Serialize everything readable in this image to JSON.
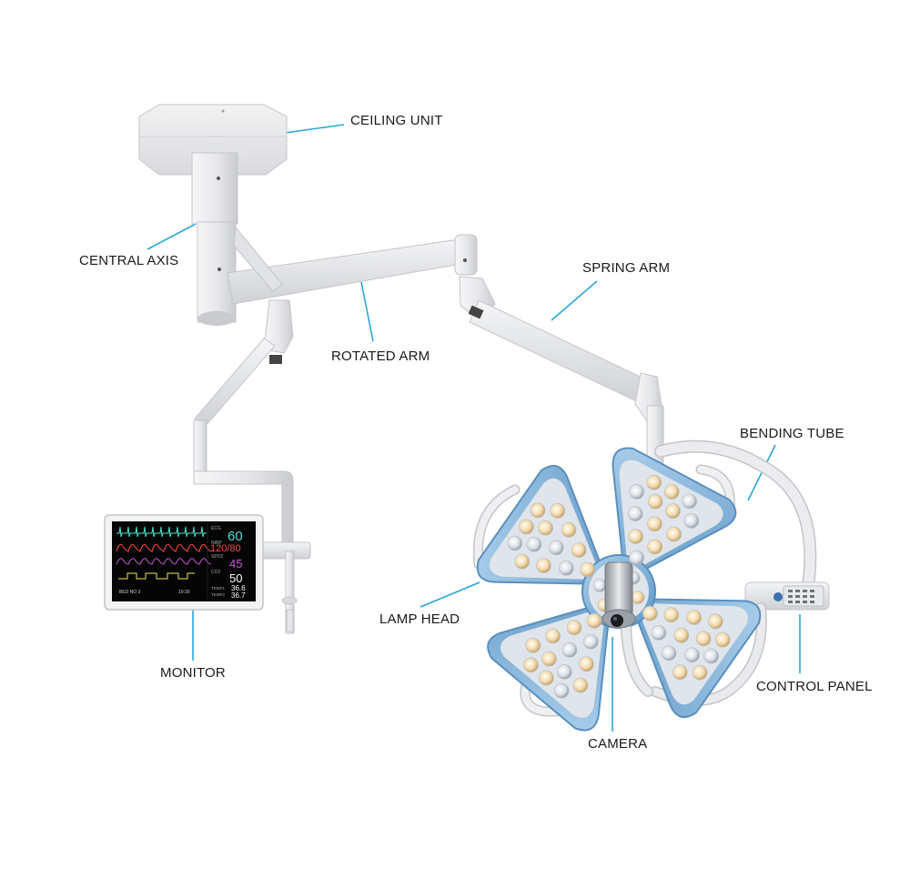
{
  "labels": {
    "ceiling_unit": "CEILING UNIT",
    "central_axis": "CENTRAL AXIS",
    "spring_arm": "SPRING ARM",
    "rotated_arm": "ROTATED ARM",
    "bending_tube": "BENDING TUBE",
    "lamp_head": "LAMP HEAD",
    "monitor": "MONITOR",
    "control_panel": "CONTROL PANEL",
    "camera": "CAMERA"
  },
  "monitor_screen": {
    "ecg_label": "ECG",
    "hr_value": "60",
    "nibp_label": "NIBP",
    "bp_value": "120/80",
    "spo2_label": "SPO2",
    "spo2_value": "45",
    "co2_label": "CO2",
    "co2_value": "50",
    "temp1_label": "TEMP1",
    "temp1_value": "36.6",
    "temp2_label": "TEMP2",
    "temp2_value": "36.7",
    "bed_label": "BED NO 3",
    "time_value": "19:30"
  },
  "colors": {
    "leader_line": "#2aa6d6",
    "lamp_blue": "#7fb3d9",
    "arm_white": "#ecedef",
    "hr_color": "#4fe0d2",
    "bp_color": "#ff4d4d",
    "spo2_color": "#c85ad8",
    "co2_color": "#ffffff"
  }
}
